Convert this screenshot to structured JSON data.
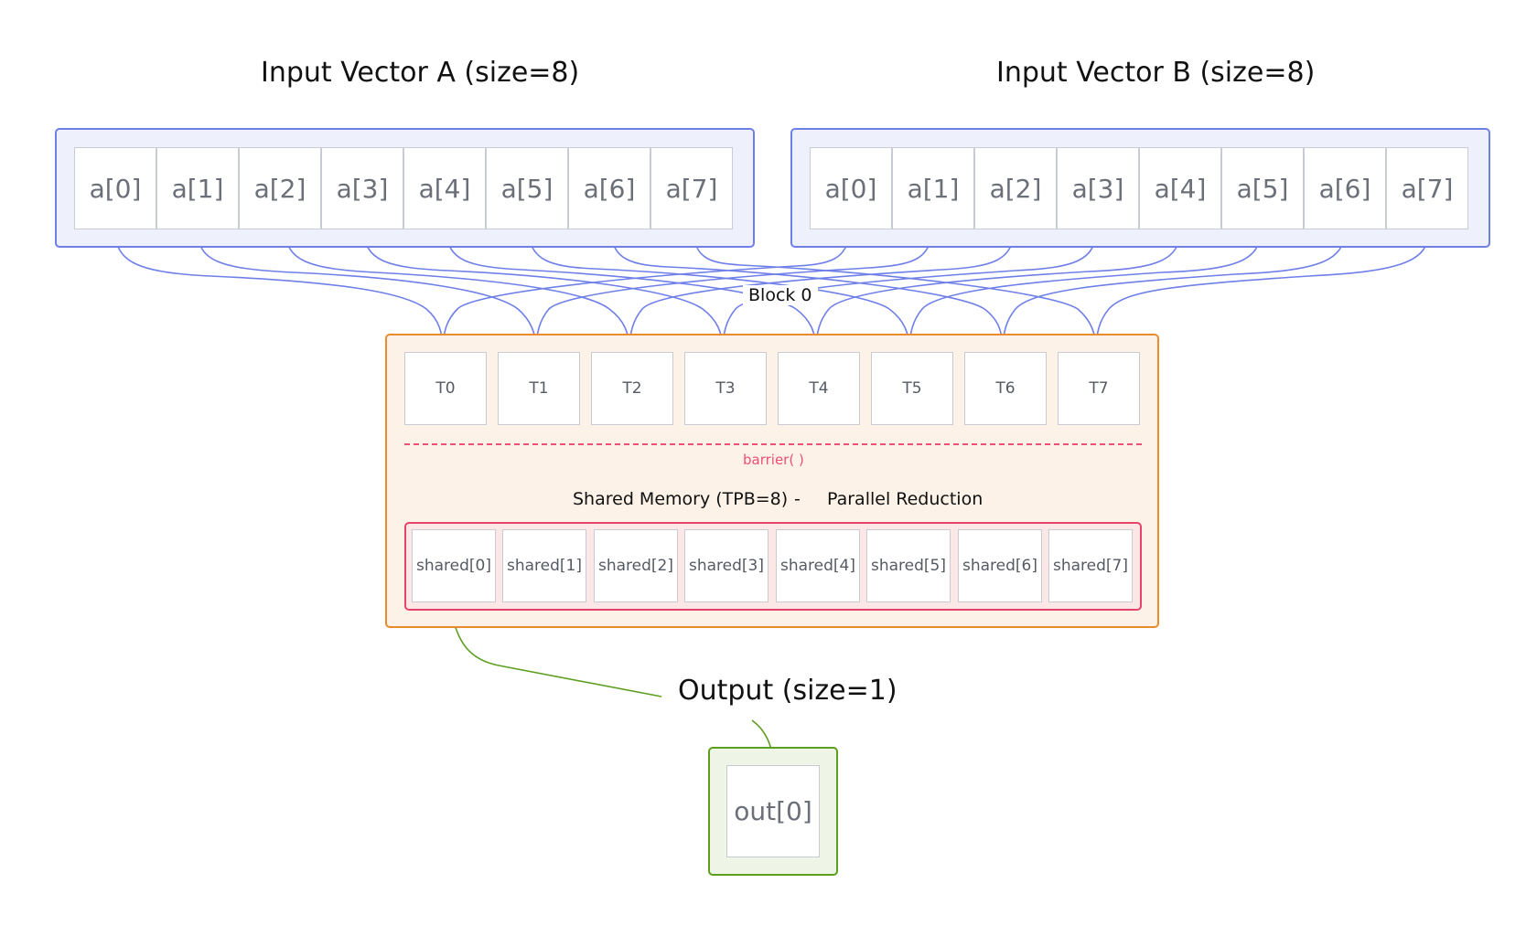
{
  "titles": {
    "vector_a": "Input Vector A (size=8)",
    "vector_b": "Input Vector B (size=8)",
    "block": "Block 0",
    "barrier": "barrier( )",
    "shared_left": "Shared Memory (TPB=8)",
    "shared_sep": "-",
    "shared_right": "Parallel Reduction",
    "output": "Output (size=1)"
  },
  "vector_a": [
    "a[0]",
    "a[1]",
    "a[2]",
    "a[3]",
    "a[4]",
    "a[5]",
    "a[6]",
    "a[7]"
  ],
  "vector_b": [
    "a[0]",
    "a[1]",
    "a[2]",
    "a[3]",
    "a[4]",
    "a[5]",
    "a[6]",
    "a[7]"
  ],
  "threads": [
    "T0",
    "T1",
    "T2",
    "T3",
    "T4",
    "T5",
    "T6",
    "T7"
  ],
  "shared": [
    "shared[0]",
    "shared[1]",
    "shared[2]",
    "shared[3]",
    "shared[4]",
    "shared[5]",
    "shared[6]",
    "shared[7]"
  ],
  "output": [
    "out[0]"
  ],
  "colors": {
    "input": "#6f7fe8",
    "block": "#ec8a2d",
    "shared": "#e8436a",
    "barrier": "#ee4f7a",
    "output": "#5c9e1e"
  }
}
